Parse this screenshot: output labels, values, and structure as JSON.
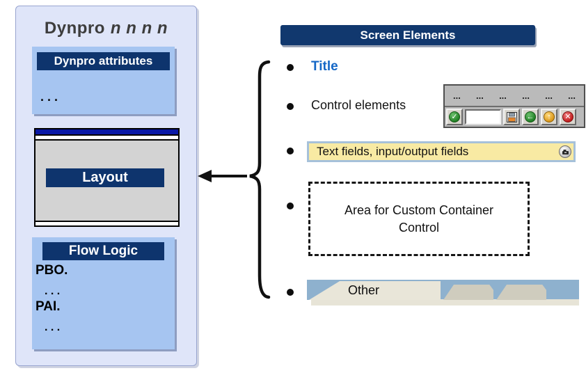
{
  "left_panel": {
    "title_text": "Dynpro",
    "title_suffix": "n n n n",
    "attributes_header": "Dynpro attributes",
    "attributes_ellipsis": ". . .",
    "layout_button": "Layout",
    "flow_header": "Flow Logic",
    "flow_lines": [
      "PBO.",
      ". . .",
      "PAI.",
      ". . ."
    ]
  },
  "right_panel": {
    "header": "Screen Elements",
    "title_item": "Title",
    "control_item": "Control elements",
    "textfield_item": "Text fields, input/output fields",
    "container_item": "Area for Custom Container Control",
    "other_item": "Other"
  },
  "toolbar": {
    "menu_placeholders": [
      "...",
      "...",
      "...",
      "...",
      "...",
      "..."
    ],
    "icons": {
      "enter": "check-icon",
      "command_field": "command-input",
      "save": "floppy-disk-icon",
      "back": "left-arrow-icon",
      "exit": "up-arrow-icon",
      "cancel": "x-icon",
      "value_help": "matchcode-icon"
    },
    "glyphs": {
      "enter": "✓",
      "back": "←",
      "exit": "↑",
      "cancel": "✕"
    }
  },
  "colors": {
    "navy_header": "#0e346d",
    "panel_bg": "#dfe5f9",
    "box_blue": "#a6c5f1",
    "title_blue": "#1467c6",
    "window_titlebar_blue": "#0a18a6",
    "field_yellow": "#f8eaa3",
    "field_border": "#a6c1da",
    "tab_blue": "#8eb1ce",
    "tab_beige": "#e9e6d9",
    "toolbar_gray": "#bababa"
  }
}
